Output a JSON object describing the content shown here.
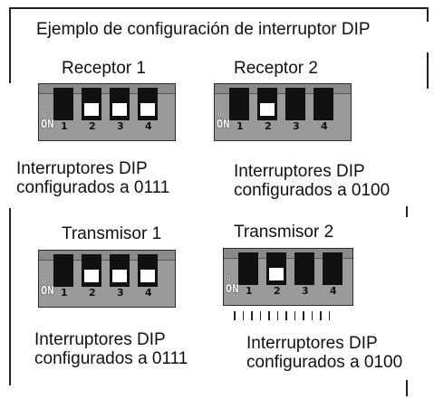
{
  "title": "Ejemplo de configuración de interruptor DIP",
  "on_label": "ON",
  "panels": [
    {
      "label": "Receptor 1",
      "caption_line1": "Interruptores DIP",
      "caption_line2": "configurados a 0111",
      "switch_numbers": [
        "1",
        "2",
        "3",
        "4"
      ],
      "switch_states": [
        "off",
        "on",
        "on",
        "on"
      ]
    },
    {
      "label": "Receptor 2",
      "caption_line1": "Interruptores DIP",
      "caption_line2": "configurados a 0100",
      "switch_numbers": [
        "1",
        "2",
        "3",
        "4"
      ],
      "switch_states": [
        "off",
        "on",
        "off",
        "off"
      ]
    },
    {
      "label": "Transmisor 1",
      "caption_line1": "Interruptores DIP",
      "caption_line2": "configurados a 0111",
      "switch_numbers": [
        "1",
        "2",
        "3",
        "4"
      ],
      "switch_states": [
        "off",
        "on",
        "on",
        "on"
      ]
    },
    {
      "label": "Transmisor 2",
      "caption_line1": "Interruptores DIP",
      "caption_line2": "configurados a 0100",
      "switch_numbers": [
        "1",
        "2",
        "3",
        "4"
      ],
      "switch_states": [
        "off",
        "on",
        "off",
        "off"
      ]
    }
  ]
}
